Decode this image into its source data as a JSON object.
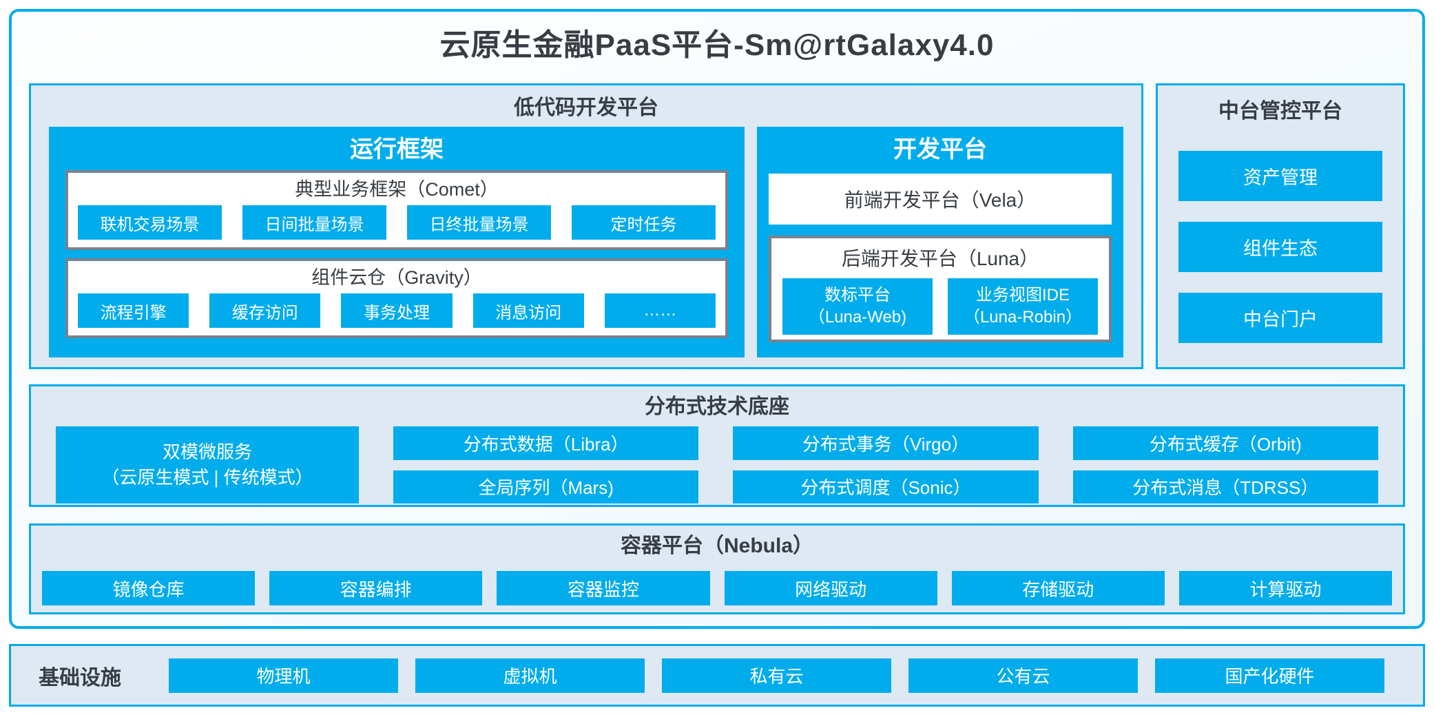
{
  "title": "云原生金融PaaS平台-Sm@rtGalaxy4.0",
  "colors": {
    "accent": "#00ACEC",
    "panel_bg": "#DEE9F4",
    "inner_border_gray": "#7A828C",
    "dark_text": "#383D44"
  },
  "low_code": {
    "title": "低代码开发平台",
    "runtime": {
      "title": "运行框架",
      "groups": [
        {
          "title": "典型业务框架（Comet）",
          "items": [
            "联机交易场景",
            "日间批量场景",
            "日终批量场景",
            "定时任务"
          ]
        },
        {
          "title": "组件云仓（Gravity）",
          "items": [
            "流程引擎",
            "缓存访问",
            "事务处理",
            "消息访问",
            "……"
          ]
        }
      ]
    },
    "dev_platform": {
      "title": "开发平台",
      "frontend": "前端开发平台（Vela）",
      "backend": {
        "title": "后端开发平台（Luna）",
        "items": [
          {
            "line1": "数标平台",
            "line2": "（Luna-Web)"
          },
          {
            "line1": "业务视图IDE",
            "line2": "（Luna-Robin）"
          }
        ]
      }
    }
  },
  "midend": {
    "title": "中台管控平台",
    "items": [
      "资产管理",
      "组件生态",
      "中台门户"
    ]
  },
  "distributed": {
    "title": "分布式技术底座",
    "dual_mode": {
      "line1": "双模微服务",
      "line2": "（云原生模式 | 传统模式）"
    },
    "columns": [
      [
        "分布式数据（Libra）",
        "全局序列（Mars)"
      ],
      [
        "分布式事务（Virgo）",
        "分布式调度（Sonic）"
      ],
      [
        "分布式缓存（Orbit)",
        "分布式消息（TDRSS）"
      ]
    ]
  },
  "container_platform": {
    "title": "容器平台（Nebula）",
    "items": [
      "镜像仓库",
      "容器编排",
      "容器监控",
      "网络驱动",
      "存储驱动",
      "计算驱动"
    ]
  },
  "infrastructure": {
    "label": "基础设施",
    "items": [
      "物理机",
      "虚拟机",
      "私有云",
      "公有云",
      "国产化硬件"
    ]
  }
}
